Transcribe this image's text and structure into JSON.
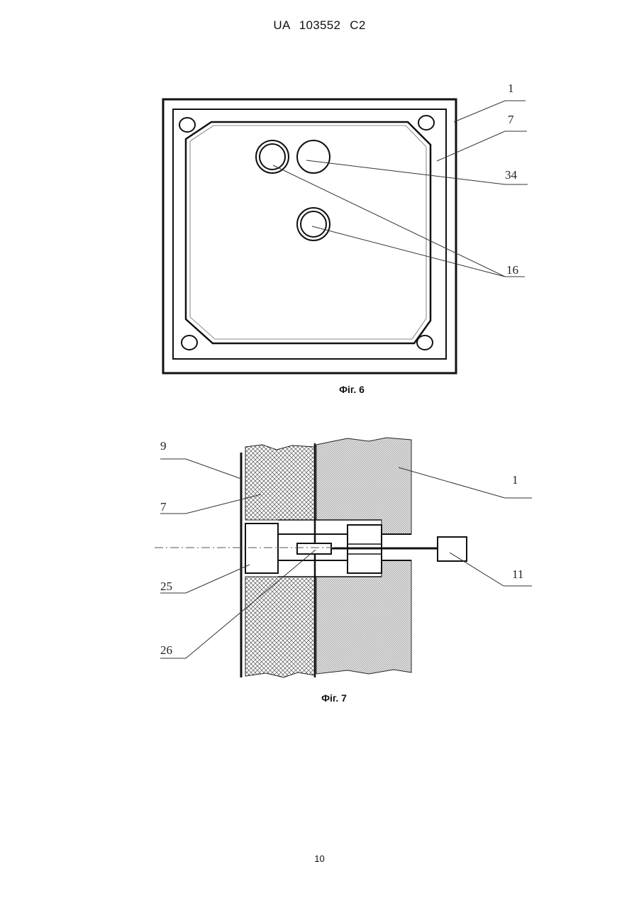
{
  "header": {
    "patent_number": "UA   103552   C2"
  },
  "figure6": {
    "caption": "Фіг. 6",
    "labels": {
      "frame": "1",
      "panel": "7",
      "nozzle": "34",
      "ports": "16"
    }
  },
  "figure7": {
    "caption": "Фіг. 7",
    "labels": {
      "wall": "9",
      "insulation": "7",
      "frame": "1",
      "flange": "25",
      "sensor": "26",
      "unit": "11"
    }
  },
  "footer": {
    "page_number": "10"
  }
}
